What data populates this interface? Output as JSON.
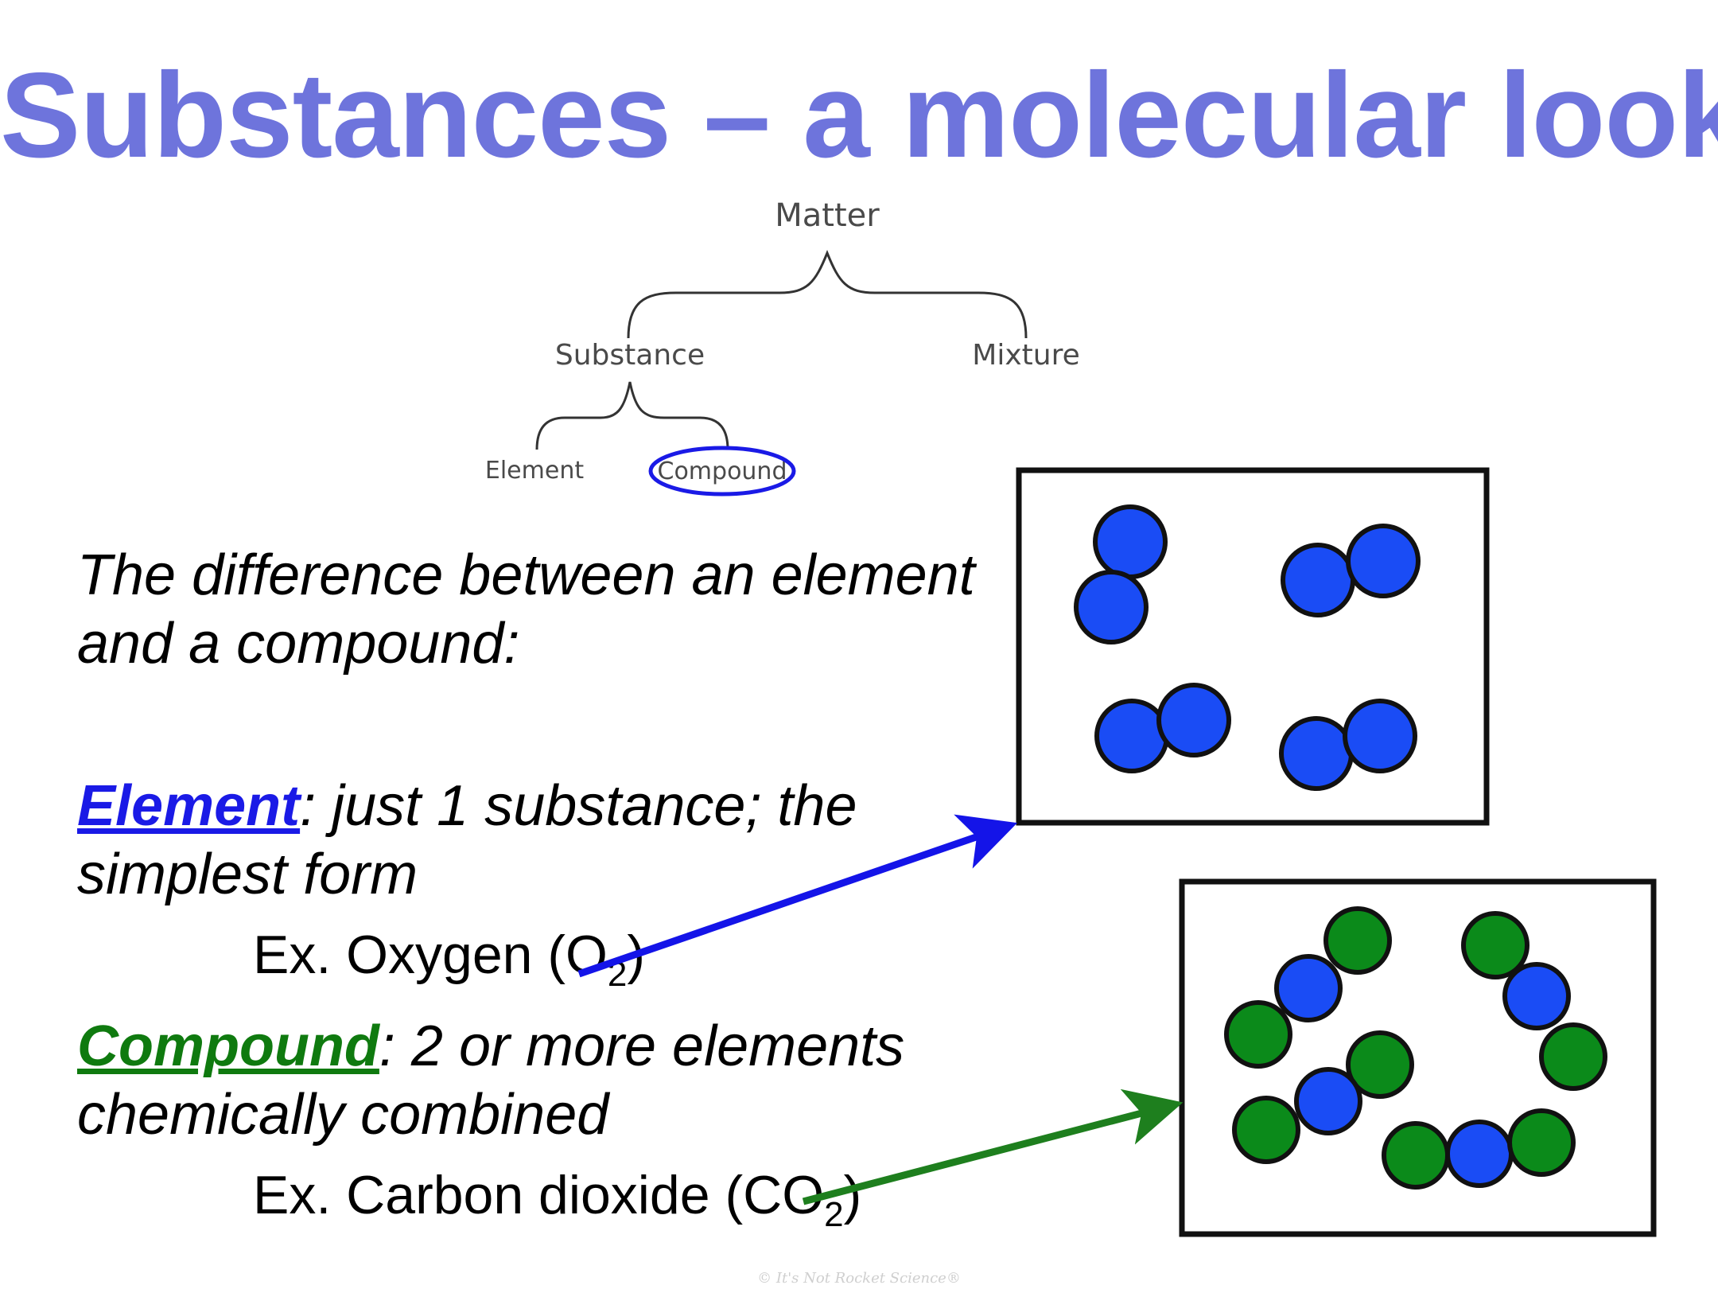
{
  "title": "Substances – a molecular look",
  "diagram": {
    "root": "Matter",
    "level1": [
      "Substance",
      "Mixture"
    ],
    "level2": [
      "Element",
      "Compound"
    ],
    "highlight": "Compound",
    "highlight_color": "#1a1ae6"
  },
  "intro": {
    "line1": "The difference between an element",
    "line2": "and a compound:"
  },
  "element": {
    "term": "Element",
    "def_line1": ": just 1 substance; the",
    "def_line2": "simplest form",
    "example_prefix": "Ex. Oxygen (O",
    "example_sub": "2",
    "example_suffix": ")",
    "color": "#1a1ae6"
  },
  "compound": {
    "term": "Compound",
    "def_line1": ": 2 or more elements",
    "def_line2": "chemically combined",
    "example_prefix": "Ex. Carbon dioxide (CO",
    "example_sub": "2",
    "example_suffix": ")",
    "color": "#0f7a0f"
  },
  "colors": {
    "title": "#6e74dc",
    "oxygen_atom": "#1a4cf5",
    "carbon_atom": "#1a4cf5",
    "oxygen_in_co2": "#0b8a1a",
    "arrow_element": "#1414e8",
    "arrow_compound": "#1e7f1e"
  },
  "copyright": "© It's Not Rocket Science®"
}
